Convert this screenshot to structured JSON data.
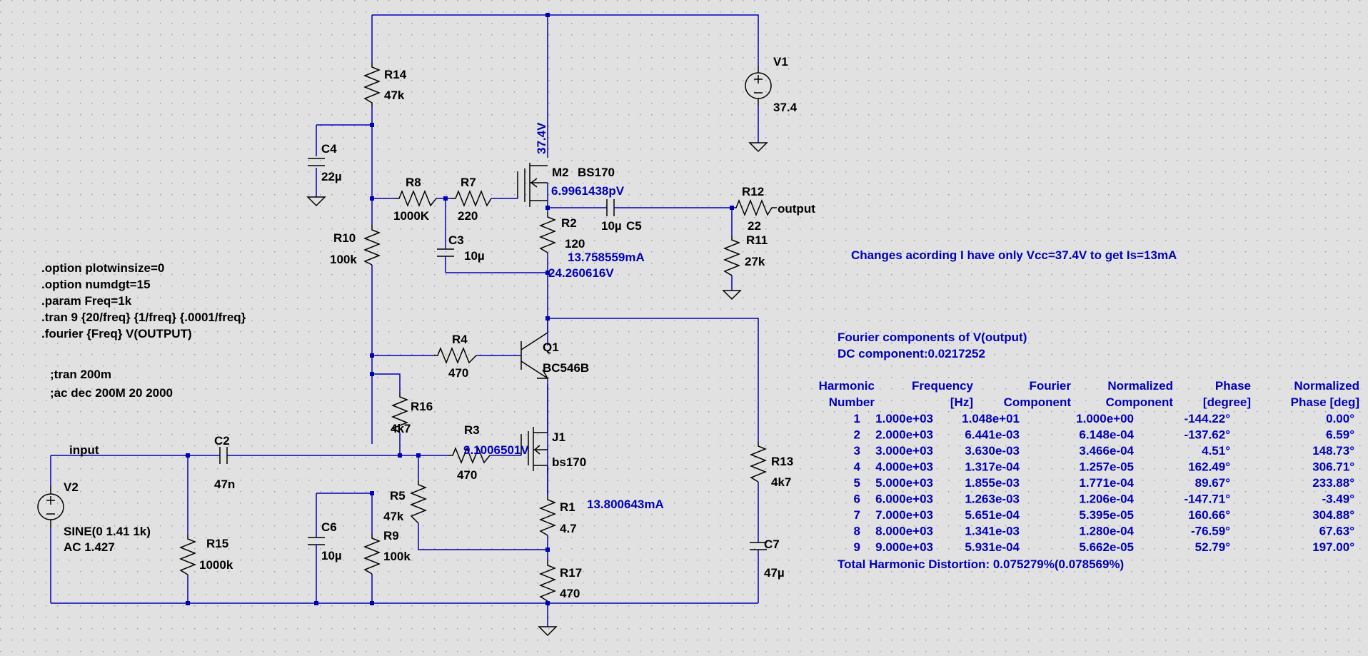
{
  "components": {
    "R14": {
      "name": "R14",
      "value": "47k"
    },
    "R8": {
      "name": "R8",
      "value": "1000K"
    },
    "R7": {
      "name": "R7",
      "value": "220"
    },
    "R10": {
      "name": "R10",
      "value": "100k"
    },
    "R2": {
      "name": "R2",
      "value": "120"
    },
    "R12": {
      "name": "R12",
      "value": "22"
    },
    "R11": {
      "name": "R11",
      "value": "27k"
    },
    "R4": {
      "name": "R4",
      "value": "470"
    },
    "R16": {
      "name": "R16",
      "value": "4k7"
    },
    "R3": {
      "name": "R3",
      "value": "470"
    },
    "R5": {
      "name": "R5",
      "value": "47k"
    },
    "R9": {
      "name": "R9",
      "value": "100k"
    },
    "R15": {
      "name": "R15",
      "value": "1000k"
    },
    "R1": {
      "name": "R1",
      "value": "4.7"
    },
    "R17": {
      "name": "R17",
      "value": "470"
    },
    "R13": {
      "name": "R13",
      "value": "4k7"
    },
    "C4": {
      "name": "C4",
      "value": "22µ"
    },
    "C3": {
      "name": "C3",
      "value": "10µ"
    },
    "C5": {
      "name": "C5",
      "value": "10µ"
    },
    "C2": {
      "name": "C2",
      "value": "47n"
    },
    "C6": {
      "name": "C6",
      "value": "10µ"
    },
    "C7": {
      "name": "C7",
      "value": "47µ"
    },
    "V1": {
      "name": "V1",
      "value": "37.4"
    },
    "V2": {
      "name": "V2",
      "value1": "SINE(0 1.41 1k)",
      "value2": "AC 1.427"
    },
    "M2": {
      "name": "M2",
      "model": "BS170"
    },
    "Q1": {
      "name": "Q1",
      "model": "BC546B"
    },
    "J1": {
      "name": "J1",
      "model": "bs170"
    }
  },
  "nets": {
    "input": "input",
    "output": "output"
  },
  "annotations": {
    "v_gate": "37.4V",
    "p_mos": "6.9961438pV",
    "i_r2": "13.758559mA",
    "v_source": "24.260616V",
    "v_r3": "9.1006501V",
    "i_r1": "13.800643mA",
    "note": "Changes acording I have only Vcc=37.4V to get Is=13mA"
  },
  "directives": [
    ".option plotwinsize=0",
    ".option numdgt=15",
    ".param Freq=1k",
    ".tran 9 {20/freq} {1/freq} {.0001/freq}",
    ".fourier {Freq} V(OUTPUT)"
  ],
  "comments": [
    ";tran 200m",
    ";ac dec 200M 20 2000"
  ],
  "fourier": {
    "title": "Fourier components of V(output)",
    "dc": "DC component:0.0217252",
    "headers1": [
      "Harmonic",
      "Frequency",
      "Fourier",
      "Normalized",
      "Phase",
      "Normalized"
    ],
    "headers2": [
      "Number",
      "[Hz]",
      "Component",
      "Component",
      "[degree]",
      "Phase [deg]"
    ],
    "rows": [
      [
        "1",
        "1.000e+03",
        "1.048e+01",
        "1.000e+00",
        "-144.22°",
        "0.00°"
      ],
      [
        "2",
        "2.000e+03",
        "6.441e-03",
        "6.148e-04",
        "-137.62°",
        "6.59°"
      ],
      [
        "3",
        "3.000e+03",
        "3.630e-03",
        "3.466e-04",
        "4.51°",
        "148.73°"
      ],
      [
        "4",
        "4.000e+03",
        "1.317e-04",
        "1.257e-05",
        "162.49°",
        "306.71°"
      ],
      [
        "5",
        "5.000e+03",
        "1.855e-03",
        "1.771e-04",
        "89.67°",
        "233.88°"
      ],
      [
        "6",
        "6.000e+03",
        "1.263e-03",
        "1.206e-04",
        "-147.71°",
        "-3.49°"
      ],
      [
        "7",
        "7.000e+03",
        "5.651e-04",
        "5.395e-05",
        "160.66°",
        "304.88°"
      ],
      [
        "8",
        "8.000e+03",
        "1.341e-03",
        "1.280e-04",
        "-76.59°",
        "67.63°"
      ],
      [
        "9",
        "9.000e+03",
        "5.931e-04",
        "5.662e-05",
        "52.79°",
        "197.00°"
      ]
    ],
    "thd": "Total Harmonic Distortion: 0.075279%(0.078569%)"
  },
  "colors": {
    "background": "#e1e1e1",
    "wire": "#0000b8",
    "grid": "#9a9a9a"
  }
}
